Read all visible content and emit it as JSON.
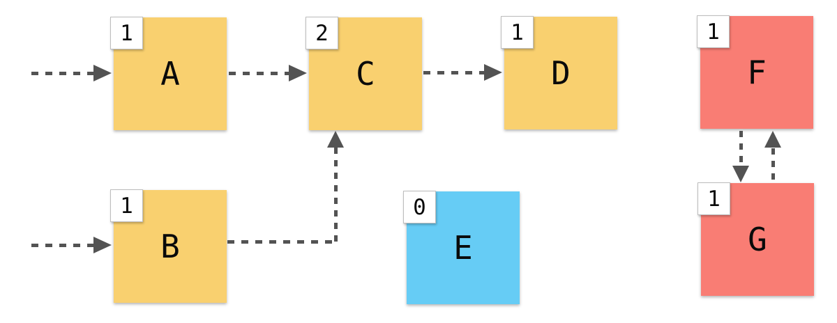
{
  "diagram": {
    "colors": {
      "background": "#ffffff",
      "arrow": "#535353",
      "node_yellow": "#f9d06f",
      "node_blue": "#66ccf5",
      "node_red": "#f97d74",
      "badge_bg": "#ffffff",
      "badge_border": "#bdbdbd",
      "text": "#0a0a0a"
    },
    "nodes": [
      {
        "id": "A",
        "label": "A",
        "badge": "1",
        "color": "#f9d06f"
      },
      {
        "id": "B",
        "label": "B",
        "badge": "1",
        "color": "#f9d06f"
      },
      {
        "id": "C",
        "label": "C",
        "badge": "2",
        "color": "#f9d06f"
      },
      {
        "id": "D",
        "label": "D",
        "badge": "1",
        "color": "#f9d06f"
      },
      {
        "id": "E",
        "label": "E",
        "badge": "0",
        "color": "#66ccf5"
      },
      {
        "id": "F",
        "label": "F",
        "badge": "1",
        "color": "#f97d74"
      },
      {
        "id": "G",
        "label": "G",
        "badge": "1",
        "color": "#f97d74"
      }
    ],
    "edges": [
      {
        "from": "external",
        "to": "A",
        "style": "dashed-arrow"
      },
      {
        "from": "A",
        "to": "C",
        "style": "dashed-arrow"
      },
      {
        "from": "C",
        "to": "D",
        "style": "dashed-arrow"
      },
      {
        "from": "external",
        "to": "B",
        "style": "dashed-arrow"
      },
      {
        "from": "B",
        "to": "C",
        "style": "dashed-arrow",
        "route": "elbow"
      },
      {
        "from": "F",
        "to": "G",
        "style": "dashed-arrow"
      },
      {
        "from": "G",
        "to": "F",
        "style": "dashed-arrow"
      }
    ]
  }
}
